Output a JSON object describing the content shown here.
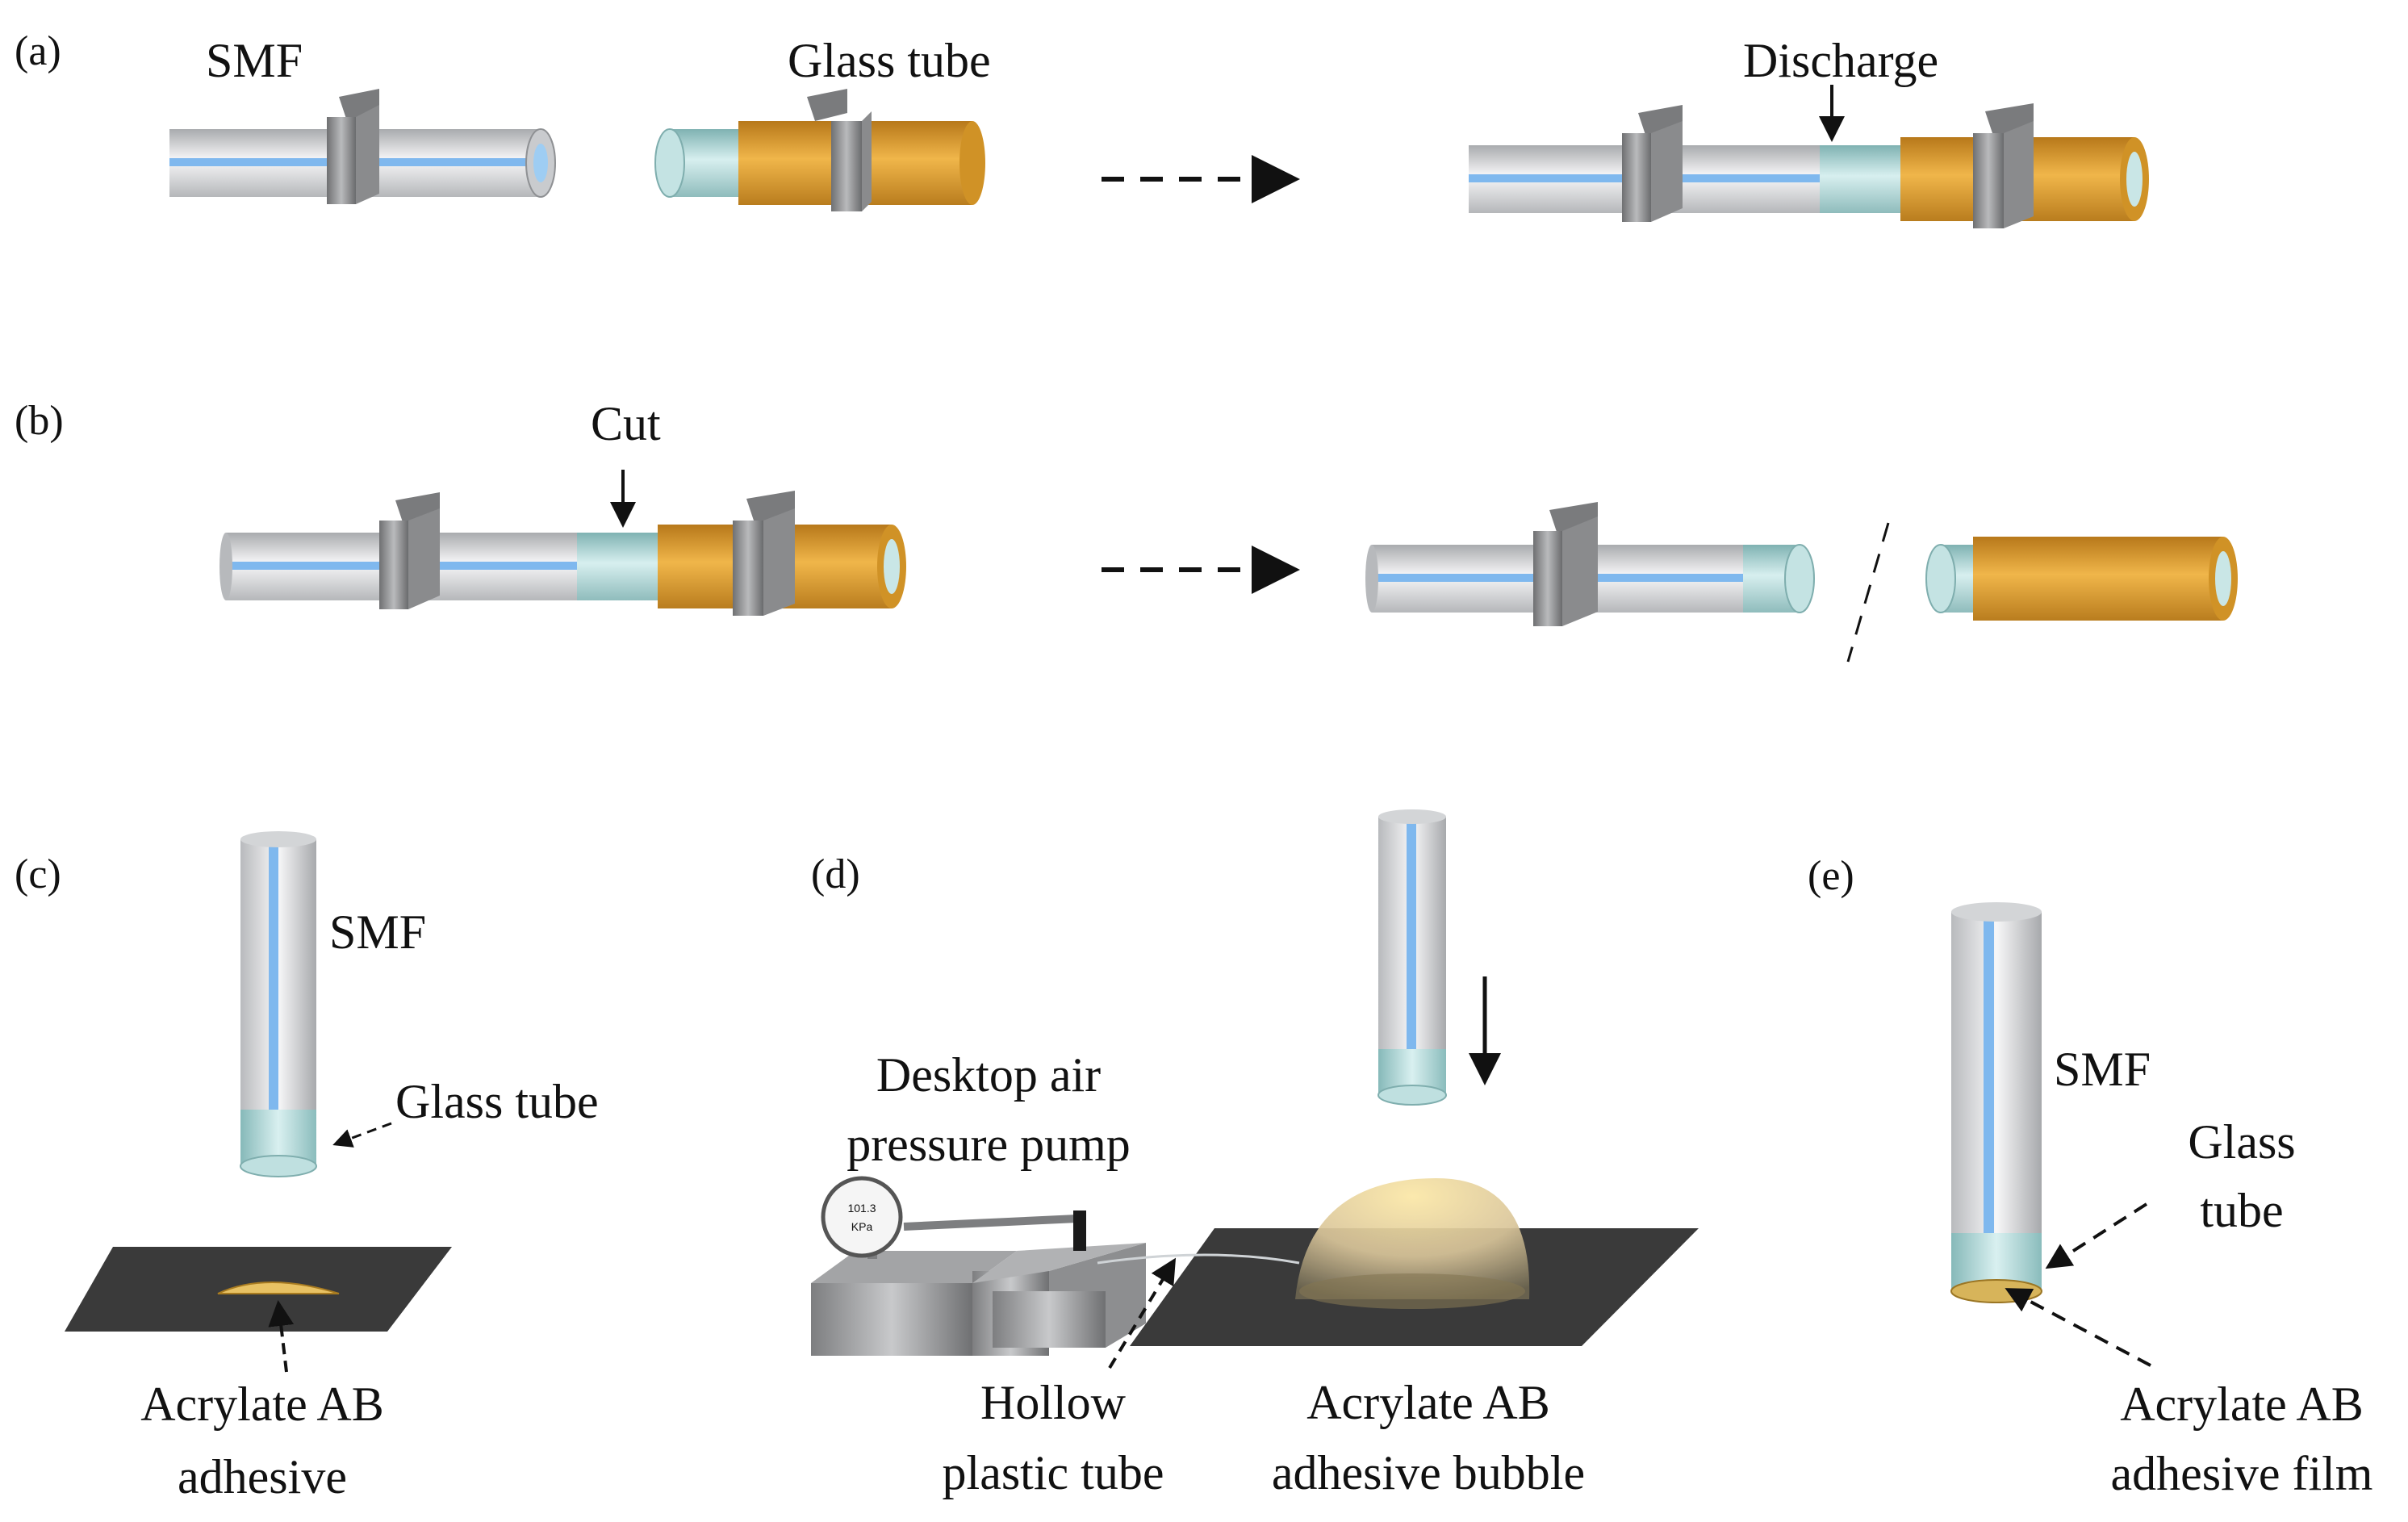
{
  "panels": {
    "a": "(a)",
    "b": "(b)",
    "c": "(c)",
    "d": "(d)",
    "e": "(e)"
  },
  "labels": {
    "a_smf": "SMF",
    "a_glass_tube": "Glass tube",
    "a_discharge": "Discharge",
    "b_cut": "Cut",
    "c_smf": "SMF",
    "c_glass_tube": "Glass tube",
    "c_adhesive_line1": "Acrylate AB",
    "c_adhesive_line2": "adhesive",
    "d_pump_line1": "Desktop air",
    "d_pump_line2": "pressure pump",
    "d_gauge_value": "101.3",
    "d_gauge_unit": "KPa",
    "d_tube_line1": "Hollow",
    "d_tube_line2": "plastic tube",
    "d_bubble_line1": "Acrylate AB",
    "d_bubble_line2": "adhesive bubble",
    "e_smf": "SMF",
    "e_glass_line1": "Glass",
    "e_glass_line2": "tube",
    "e_film_line1": "Acrylate AB",
    "e_film_line2": "adhesive film"
  },
  "colors": {
    "fiber": "#d9dadc",
    "core": "#7fb8ee",
    "glass": "#a9d3d3",
    "tube": "#d89a24",
    "clamp": "#8c8c8c",
    "stage": "#3a3a3a",
    "adhesive": "#e8c264"
  }
}
